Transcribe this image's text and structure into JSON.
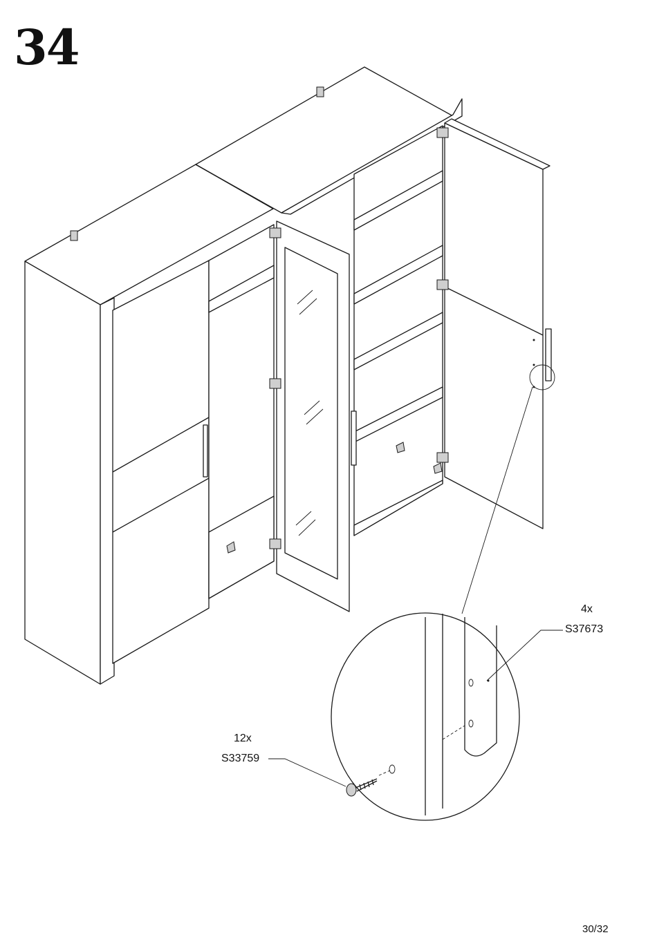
{
  "step": {
    "number": "34"
  },
  "parts": [
    {
      "quantity": "4x",
      "code": "S37673"
    },
    {
      "quantity": "12x",
      "code": "S33759"
    }
  ],
  "page": {
    "number": "30/32"
  }
}
